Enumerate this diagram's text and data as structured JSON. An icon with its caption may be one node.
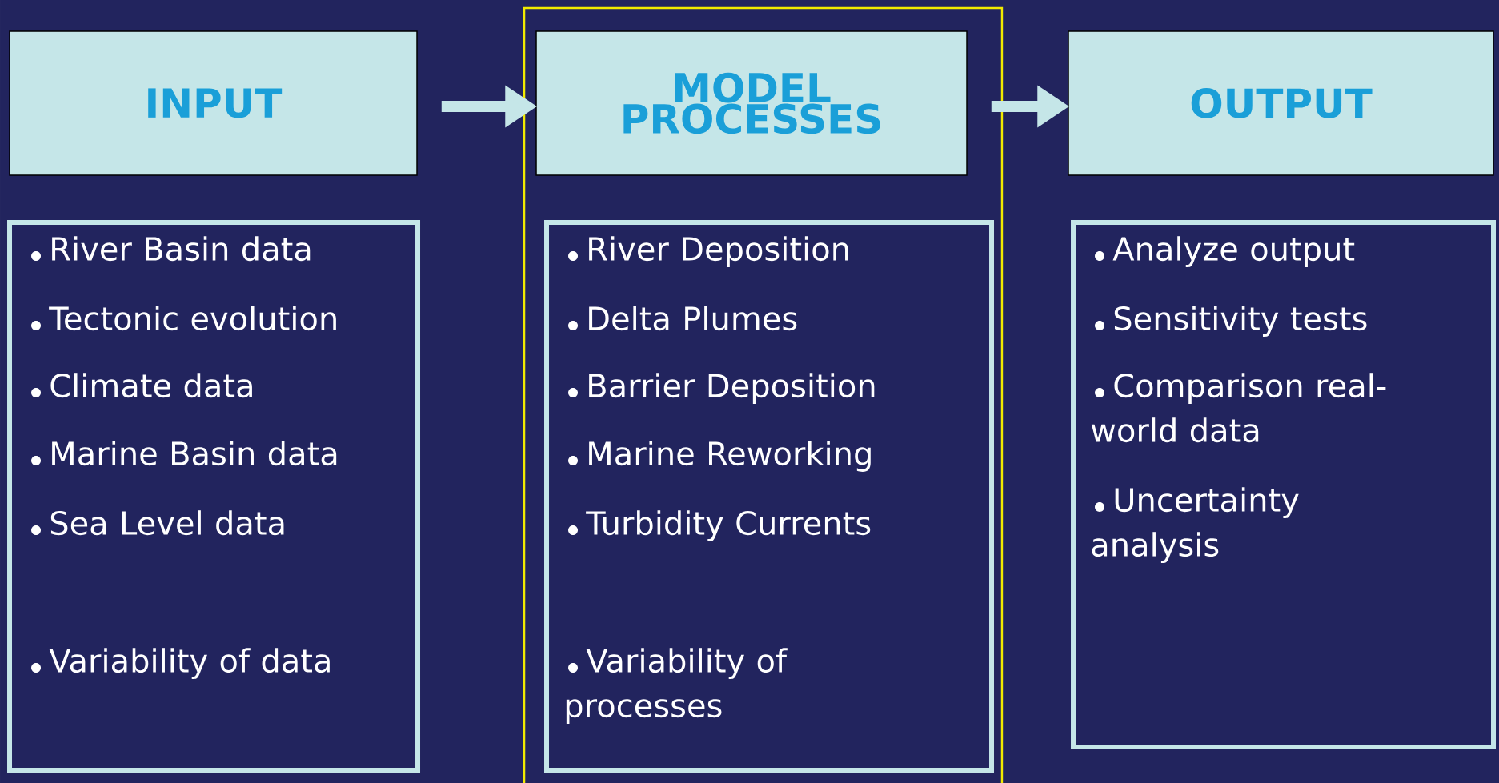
{
  "diagram": {
    "nodes": [
      {
        "text": [
          "INPUT"
        ]
      },
      {
        "text": [
          "MODEL PROCESSES"
        ]
      },
      {
        "text": [
          "OUTPUT"
        ]
      },
      {
        "text": [
          "River Basin data",
          "Tectonic evolution",
          "Climate data",
          "Marine Basin data",
          "Sea Level data",
          "Variability of data"
        ]
      },
      {
        "text": [
          "River Deposition",
          "Delta Plumes",
          "Barrier Deposition",
          "Marine Reworking",
          "Turbidity Currents",
          "Variability of processes"
        ]
      },
      {
        "text": [
          "Analyze output",
          "Sensitivity tests",
          "Comparison real-world data",
          "Uncertainty analysis"
        ]
      }
    ],
    "edges": [
      {
        "from": 0,
        "to": 1,
        "arrow": "to"
      },
      {
        "from": 1,
        "to": 2,
        "arrow": "to"
      }
    ]
  }
}
